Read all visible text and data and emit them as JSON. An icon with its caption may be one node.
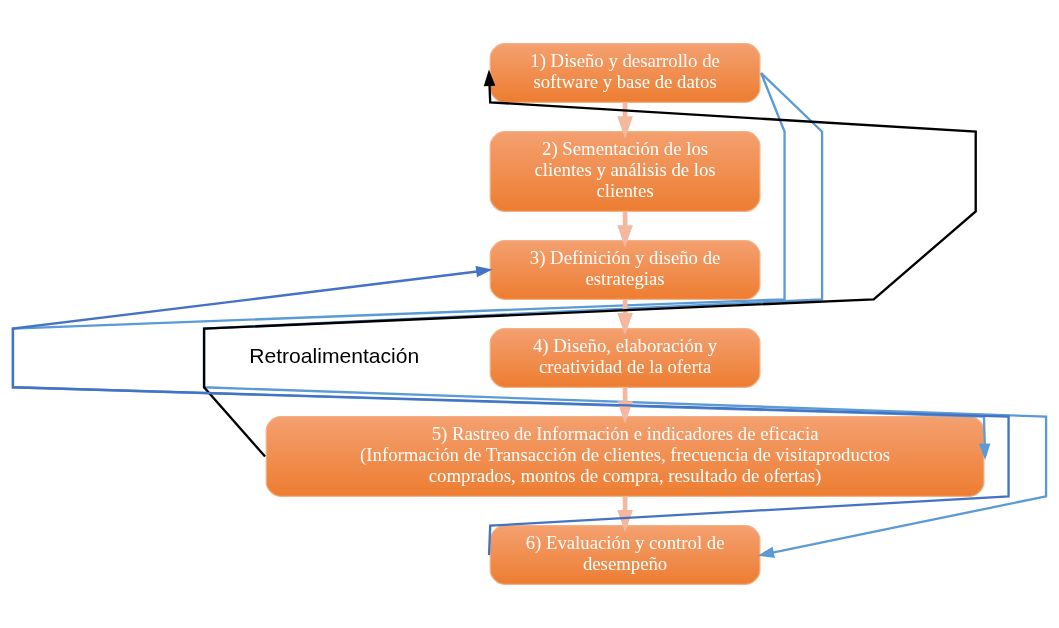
{
  "diagram": {
    "nodes": [
      {
        "text": [
          "1) Diseño y desarrollo de software y base de datos"
        ]
      },
      {
        "text": [
          "2) Sementación de los clientes y análisis de los clientes"
        ]
      },
      {
        "text": [
          "3) Definición y diseño de estrategias"
        ]
      },
      {
        "text": [
          "4) Diseño, elaboración y creatividad de la oferta"
        ]
      },
      {
        "text": [
          "5) Rastreo de Información e indicadores de eficacia",
          "(Información de Transacción de clientes, frecuencia de visitaproductos comprados, montos de compra, resultado de ofertas)"
        ]
      },
      {
        "text": [
          "6) Evaluación y control de desempeño"
        ]
      }
    ],
    "edges": [
      {
        "from": 0,
        "to": 1,
        "arrow": "to"
      },
      {
        "from": 1,
        "to": 2,
        "arrow": "to"
      },
      {
        "from": 2,
        "to": 3,
        "arrow": "to"
      },
      {
        "from": 3,
        "to": 4,
        "arrow": "to"
      },
      {
        "from": 4,
        "to": 5,
        "arrow": "to"
      },
      {
        "from": 4,
        "to": 0,
        "arrow": "to",
        "color": "#000000"
      },
      {
        "from": 5,
        "to": 2,
        "arrow": "to",
        "color": "#4472c4"
      },
      {
        "from": 0,
        "to": 4,
        "arrow": "to",
        "color": "#5b9bd5"
      },
      {
        "from": 0,
        "to": 5,
        "arrow": "to",
        "color": "#5b9bd5"
      }
    ],
    "labels": [
      "Retroalimentación"
    ]
  }
}
